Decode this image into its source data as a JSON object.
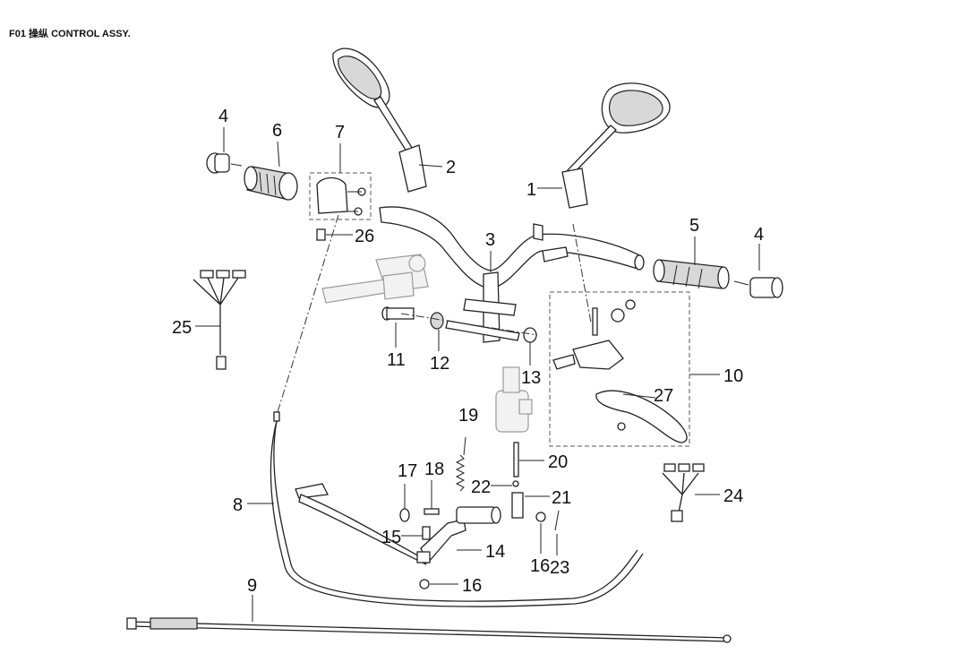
{
  "title": {
    "code": "F01",
    "cn": "操纵",
    "en": "CONTROL ASSY."
  },
  "callouts": [
    {
      "id": "c1",
      "text": "1"
    },
    {
      "id": "c2",
      "text": "2"
    },
    {
      "id": "c3",
      "text": "3"
    },
    {
      "id": "c4a",
      "text": "4"
    },
    {
      "id": "c4b",
      "text": "4"
    },
    {
      "id": "c5",
      "text": "5"
    },
    {
      "id": "c6",
      "text": "6"
    },
    {
      "id": "c7",
      "text": "7"
    },
    {
      "id": "c8",
      "text": "8"
    },
    {
      "id": "c9",
      "text": "9"
    },
    {
      "id": "c10",
      "text": "10"
    },
    {
      "id": "c11",
      "text": "11"
    },
    {
      "id": "c12",
      "text": "12"
    },
    {
      "id": "c13",
      "text": "13"
    },
    {
      "id": "c14",
      "text": "14"
    },
    {
      "id": "c15",
      "text": "15"
    },
    {
      "id": "c16a",
      "text": "16"
    },
    {
      "id": "c16b",
      "text": "16"
    },
    {
      "id": "c17",
      "text": "17"
    },
    {
      "id": "c18",
      "text": "18"
    },
    {
      "id": "c19",
      "text": "19"
    },
    {
      "id": "c20",
      "text": "20"
    },
    {
      "id": "c21",
      "text": "21"
    },
    {
      "id": "c22",
      "text": "22"
    },
    {
      "id": "c23",
      "text": "23"
    },
    {
      "id": "c24",
      "text": "24"
    },
    {
      "id": "c25",
      "text": "25"
    },
    {
      "id": "c26",
      "text": "26"
    },
    {
      "id": "c27",
      "text": "27"
    }
  ]
}
